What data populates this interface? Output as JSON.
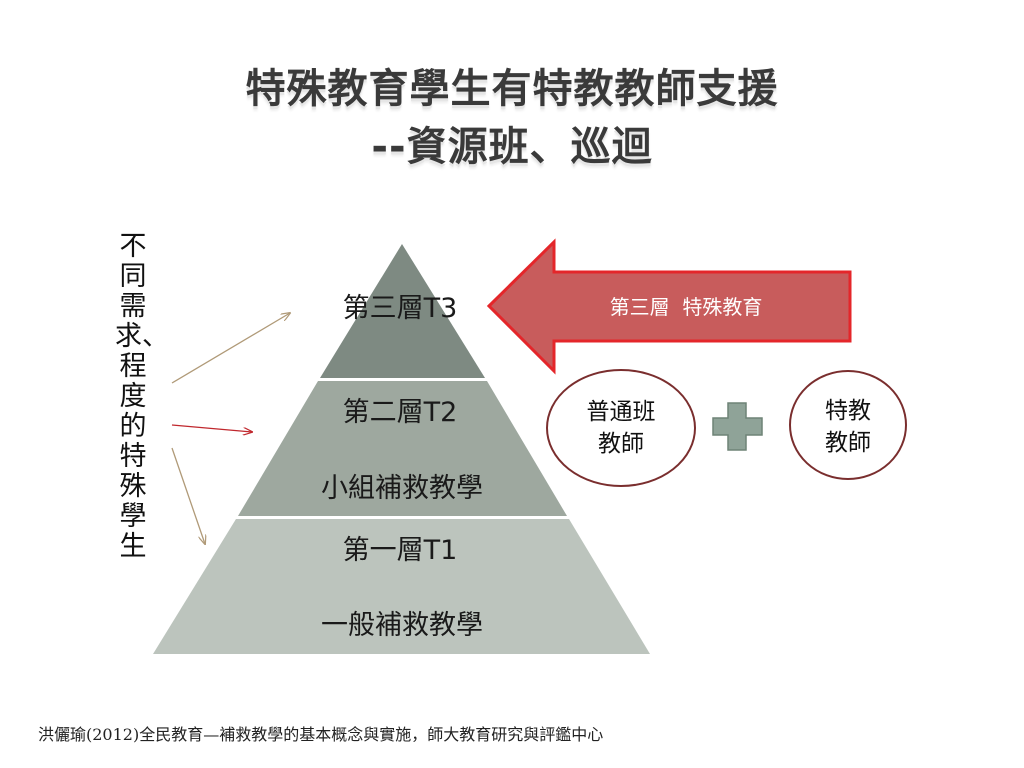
{
  "title": {
    "line1": "特殊教育學生有特教教師支援",
    "line2": "--資源班、巡迴"
  },
  "side_label": "不同需求、 程度的特殊學生",
  "pyramid": {
    "tier3": {
      "label": "第三層T3"
    },
    "tier2": {
      "label": "第二層T2",
      "sublabel": "小組補救教學"
    },
    "tier1": {
      "label": "第一層T1",
      "sublabel": "一般補救教學"
    }
  },
  "arrow": {
    "label": "第三層  特殊教育"
  },
  "circles": {
    "left": {
      "line1": "普通班",
      "line2": "教師"
    },
    "right": {
      "line1": "特教",
      "line2": "教師"
    }
  },
  "plus_icon": "plus-icon",
  "colors": {
    "tier3": "#7e8a82",
    "tier2": "#9ea89f",
    "tier1": "#bcc4bd",
    "arrow_fill": "#c85c5c",
    "arrow_stroke": "#e4262a",
    "circle_stroke": "#7a2e2e",
    "plus_fill": "#8fa398"
  },
  "citation": "洪儷瑜(2012)全民教育—補救教學的基本概念與實施，師大教育研究與評鑑中心"
}
